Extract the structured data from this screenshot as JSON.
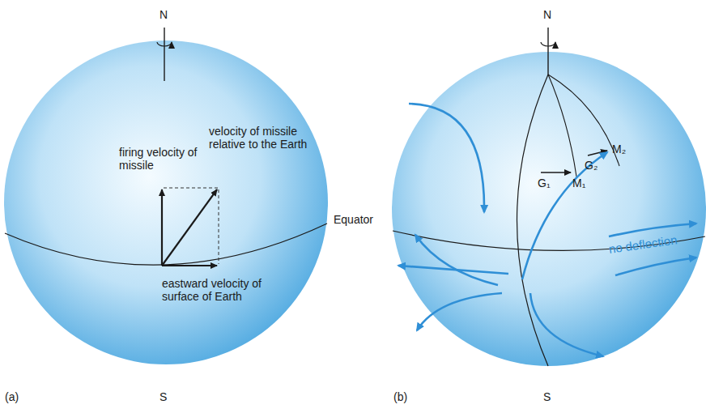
{
  "diagram": {
    "labels": [
      "N",
      "firing velocity of missile",
      "velocity of missile relative to the Earth",
      "Equator",
      "eastward velocity of surface of Earth",
      "S",
      "(a)",
      "N",
      "G₁",
      "M₁",
      "G₂",
      "M₂",
      "no deflection",
      "S",
      "(b)"
    ]
  }
}
